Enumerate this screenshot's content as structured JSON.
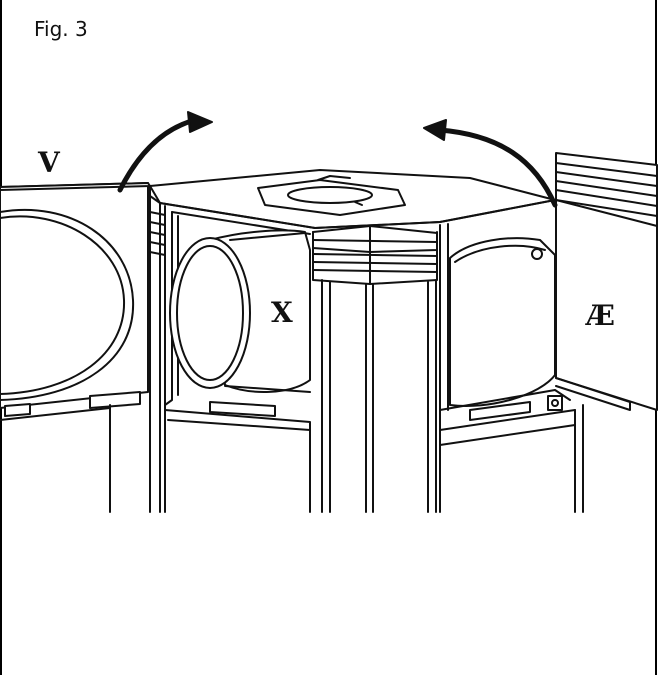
{
  "figure": {
    "caption": "Fig. 3",
    "labels": {
      "left_panel": "V",
      "center_pipe": "X",
      "right_panel": "Æ"
    },
    "colors": {
      "line": "#111111",
      "background": "#ffffff"
    },
    "icons": [
      "curved-arrow-icon",
      "curved-arrow-icon"
    ]
  }
}
